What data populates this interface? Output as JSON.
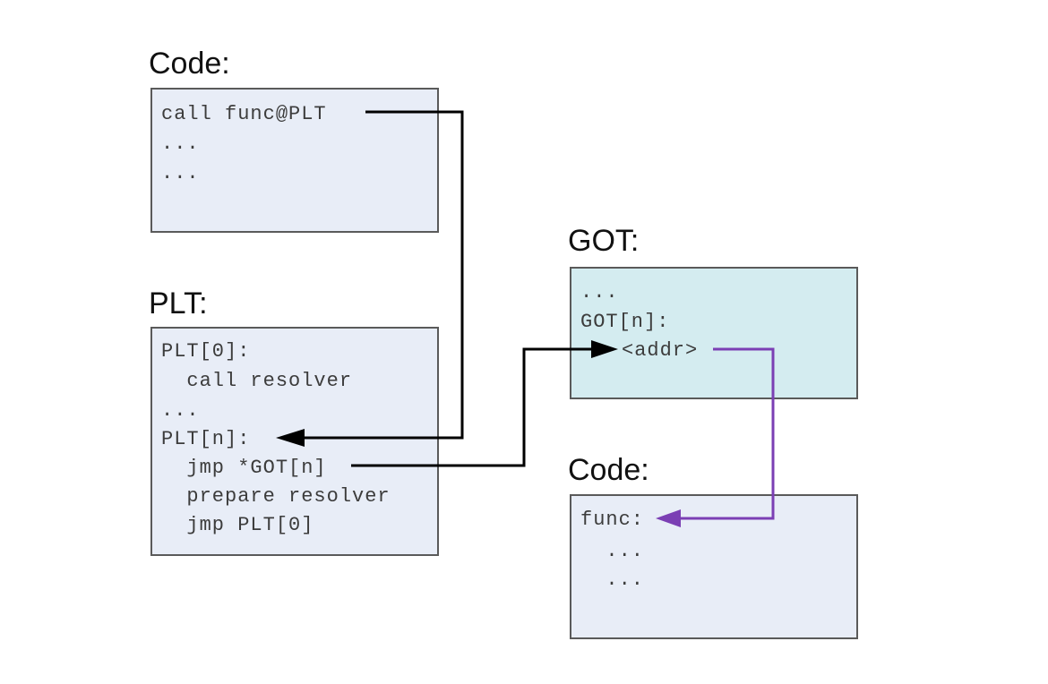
{
  "code_top": {
    "title": "Code:",
    "lines": [
      "call func@PLT",
      "...",
      "..."
    ]
  },
  "plt": {
    "title": "PLT:",
    "lines": [
      "PLT[0]:",
      "  call resolver",
      "...",
      "PLT[n]:",
      "  jmp *GOT[n]",
      "  prepare resolver",
      "  jmp PLT[0]"
    ]
  },
  "got": {
    "title": "GOT:",
    "lines": [
      "...",
      "GOT[n]:",
      "<addr>"
    ]
  },
  "code_bottom": {
    "title": "Code:",
    "lines": [
      "func:",
      "  ...",
      "  ..."
    ]
  },
  "colors": {
    "arrow_black": "#000000",
    "arrow_purple": "#7b3fb4",
    "box_fill": "#e8edf7",
    "got_fill": "#d4ecf0",
    "box_border": "#5a5a5a"
  }
}
